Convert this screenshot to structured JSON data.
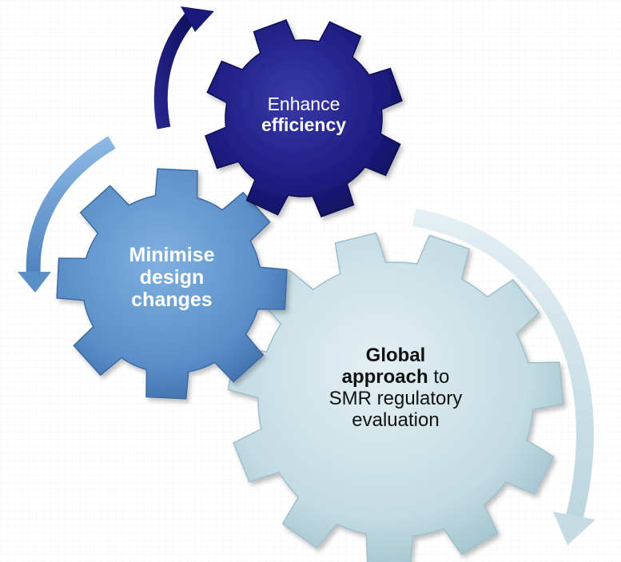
{
  "gears": {
    "enhance": {
      "text_regular": "Enhance",
      "text_bold": "efficiency",
      "color": "#1a1a7a"
    },
    "minimise": {
      "line1": "Minimise",
      "line2": "design",
      "line3": "changes",
      "color": "#5b8fc8"
    },
    "global": {
      "text_bold": "Global",
      "text_bold2": "approach",
      "text_regular1": " to",
      "line3": "SMR regulatory",
      "line4": "evaluation",
      "color": "#bcd5de"
    }
  },
  "arrows": {
    "top": {
      "color": "#1a1a7a",
      "icon": "curved-arrow-up"
    },
    "left": {
      "color": "#5b8fc8",
      "icon": "curved-arrow-down"
    },
    "right": {
      "color": "#cfe2e8",
      "icon": "curved-arrow-down"
    }
  }
}
